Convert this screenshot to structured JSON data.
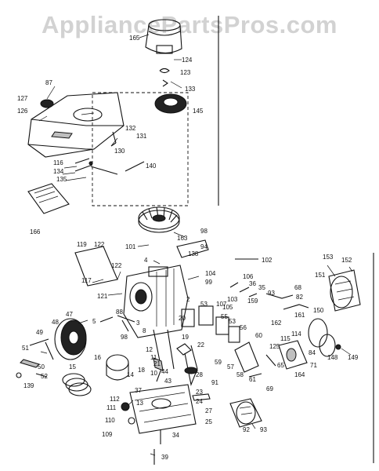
{
  "watermark": "AppliancePartsPros.com",
  "part_labels": [
    {
      "id": "l165",
      "text": "165"
    },
    {
      "id": "l124",
      "text": "124"
    },
    {
      "id": "l123",
      "text": "123"
    },
    {
      "id": "l133",
      "text": "133"
    },
    {
      "id": "l145",
      "text": "145"
    },
    {
      "id": "l87",
      "text": "87"
    },
    {
      "id": "l127",
      "text": "127"
    },
    {
      "id": "l126",
      "text": "126"
    },
    {
      "id": "l132",
      "text": "132"
    },
    {
      "id": "l131",
      "text": "131"
    },
    {
      "id": "l130",
      "text": "130"
    },
    {
      "id": "l116",
      "text": "116"
    },
    {
      "id": "l134",
      "text": "134"
    },
    {
      "id": "l135",
      "text": "135"
    },
    {
      "id": "l140",
      "text": "140"
    },
    {
      "id": "l166",
      "text": "166"
    },
    {
      "id": "l98",
      "text": "98"
    },
    {
      "id": "l101",
      "text": "101"
    },
    {
      "id": "l163",
      "text": "163"
    },
    {
      "id": "l94",
      "text": "94"
    },
    {
      "id": "l138",
      "text": "138"
    },
    {
      "id": "l119",
      "text": "119"
    },
    {
      "id": "l122a",
      "text": "122"
    },
    {
      "id": "l117",
      "text": "117"
    },
    {
      "id": "l122b",
      "text": "122"
    },
    {
      "id": "l4",
      "text": "4"
    },
    {
      "id": "l104",
      "text": "104"
    },
    {
      "id": "l99",
      "text": "99"
    },
    {
      "id": "l102",
      "text": "102"
    },
    {
      "id": "l153",
      "text": "153"
    },
    {
      "id": "l152",
      "text": "152"
    },
    {
      "id": "l151",
      "text": "151"
    },
    {
      "id": "l121",
      "text": "121"
    },
    {
      "id": "l106",
      "text": "106"
    },
    {
      "id": "l103",
      "text": "103"
    },
    {
      "id": "l36",
      "text": "36"
    },
    {
      "id": "l35",
      "text": "35"
    },
    {
      "id": "l159",
      "text": "159"
    },
    {
      "id": "l93",
      "text": "93"
    },
    {
      "id": "l68",
      "text": "68"
    },
    {
      "id": "l82",
      "text": "82"
    },
    {
      "id": "l107",
      "text": "107"
    },
    {
      "id": "l105",
      "text": "105"
    },
    {
      "id": "l53a",
      "text": "53"
    },
    {
      "id": "l55",
      "text": "55"
    },
    {
      "id": "l53b",
      "text": "53"
    },
    {
      "id": "l56",
      "text": "56"
    },
    {
      "id": "l162",
      "text": "162"
    },
    {
      "id": "l161",
      "text": "161"
    },
    {
      "id": "l150",
      "text": "150"
    },
    {
      "id": "l48",
      "text": "48"
    },
    {
      "id": "l47",
      "text": "47"
    },
    {
      "id": "l5",
      "text": "5"
    },
    {
      "id": "l88",
      "text": "88"
    },
    {
      "id": "l3",
      "text": "3"
    },
    {
      "id": "l98b",
      "text": "98"
    },
    {
      "id": "l2",
      "text": "2"
    },
    {
      "id": "l20",
      "text": "20"
    },
    {
      "id": "l8",
      "text": "8"
    },
    {
      "id": "l22",
      "text": "22"
    },
    {
      "id": "l19",
      "text": "19"
    },
    {
      "id": "l60",
      "text": "60"
    },
    {
      "id": "l125",
      "text": "125"
    },
    {
      "id": "l115",
      "text": "115"
    },
    {
      "id": "l114",
      "text": "114"
    },
    {
      "id": "l148",
      "text": "148"
    },
    {
      "id": "l149",
      "text": "149"
    },
    {
      "id": "l51",
      "text": "51"
    },
    {
      "id": "l49",
      "text": "49"
    },
    {
      "id": "l16",
      "text": "16"
    },
    {
      "id": "l12",
      "text": "12"
    },
    {
      "id": "l11",
      "text": "11"
    },
    {
      "id": "l21",
      "text": "21"
    },
    {
      "id": "l59",
      "text": "59"
    },
    {
      "id": "l57",
      "text": "57"
    },
    {
      "id": "l58",
      "text": "58"
    },
    {
      "id": "l61",
      "text": "61"
    },
    {
      "id": "l65",
      "text": "65"
    },
    {
      "id": "l164",
      "text": "164"
    },
    {
      "id": "l71",
      "text": "71"
    },
    {
      "id": "l84",
      "text": "84"
    },
    {
      "id": "l50",
      "text": "50"
    },
    {
      "id": "l52",
      "text": "52"
    },
    {
      "id": "l139",
      "text": "139"
    },
    {
      "id": "l15",
      "text": "15"
    },
    {
      "id": "l14",
      "text": "14"
    },
    {
      "id": "l18",
      "text": "18"
    },
    {
      "id": "l10",
      "text": "10"
    },
    {
      "id": "l44",
      "text": "44"
    },
    {
      "id": "l28",
      "text": "28"
    },
    {
      "id": "l91",
      "text": "91"
    },
    {
      "id": "l69",
      "text": "69"
    },
    {
      "id": "l37",
      "text": "37"
    },
    {
      "id": "l43",
      "text": "43"
    },
    {
      "id": "l23",
      "text": "23"
    },
    {
      "id": "l112",
      "text": "112"
    },
    {
      "id": "l13",
      "text": "13"
    },
    {
      "id": "l111",
      "text": "111"
    },
    {
      "id": "l24",
      "text": "24"
    },
    {
      "id": "l27",
      "text": "27"
    },
    {
      "id": "l110",
      "text": "110"
    },
    {
      "id": "l25",
      "text": "25"
    },
    {
      "id": "l109",
      "text": "109"
    },
    {
      "id": "l34",
      "text": "34"
    },
    {
      "id": "l92",
      "text": "92"
    },
    {
      "id": "l93b",
      "text": "93"
    },
    {
      "id": "l39",
      "text": "39"
    }
  ]
}
